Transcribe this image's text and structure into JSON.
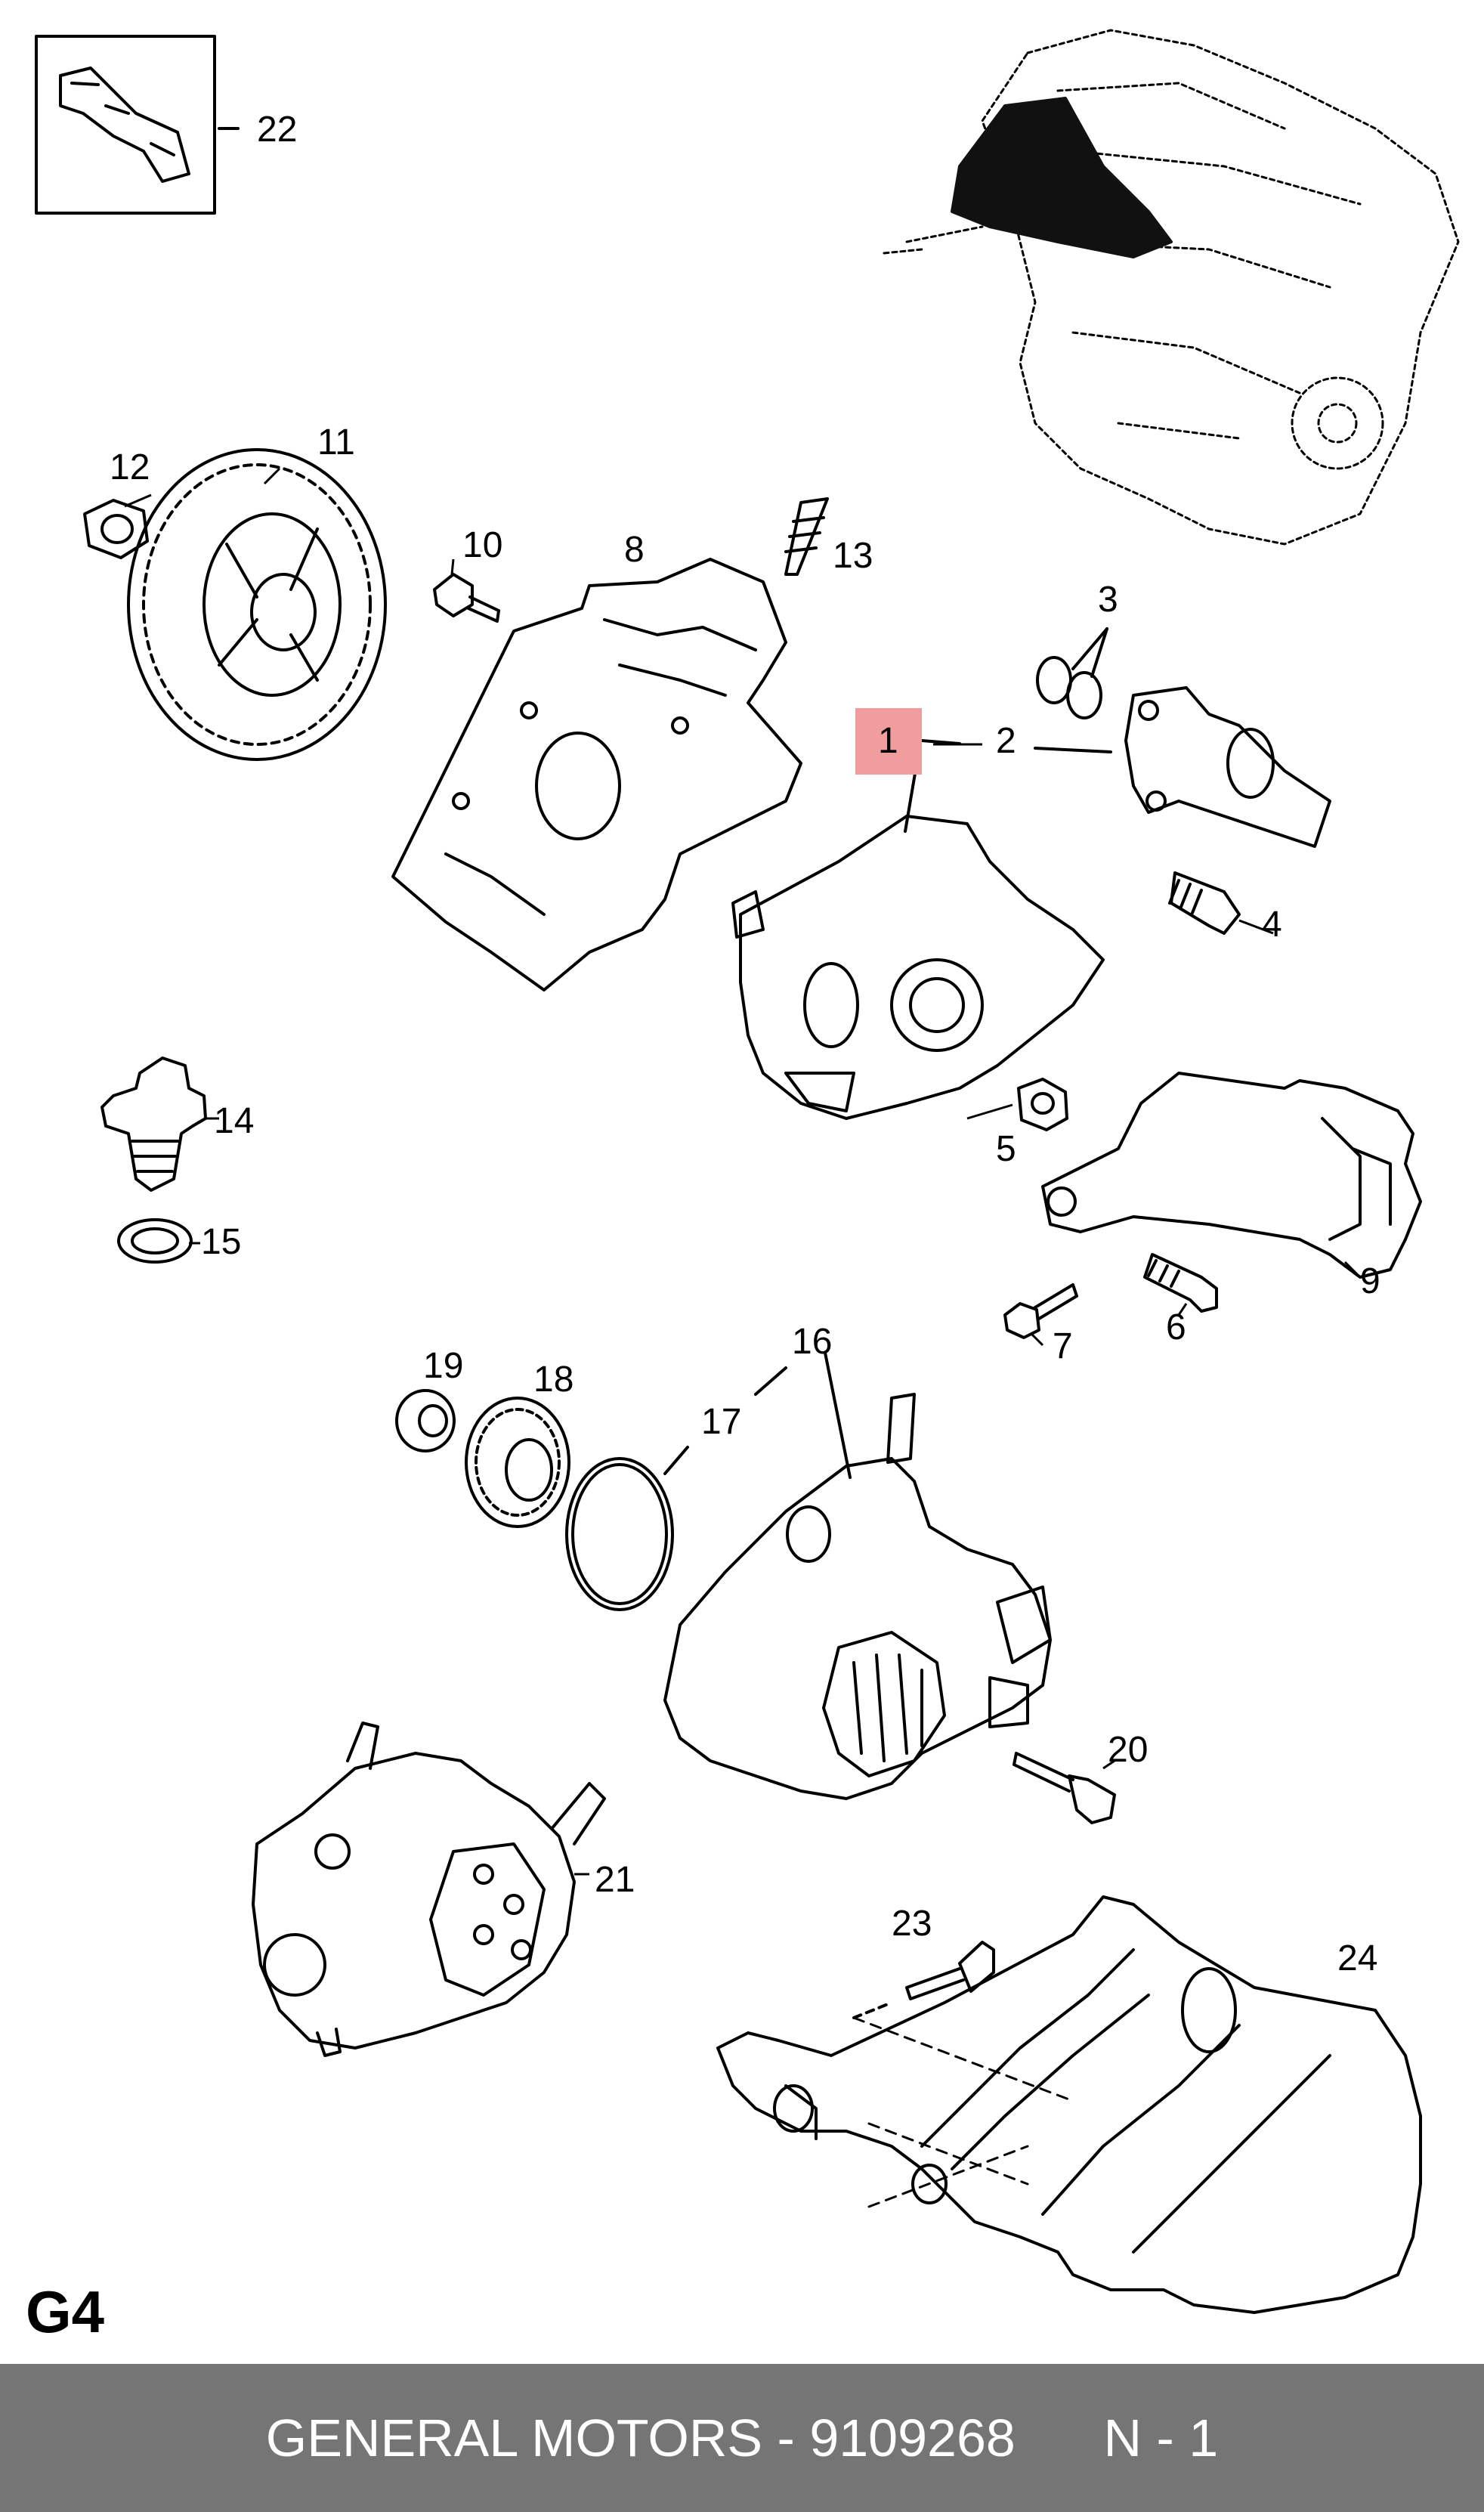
{
  "diagram": {
    "callouts": {
      "c1": "1",
      "c2": "2",
      "c3": "3",
      "c4": "4",
      "c5": "5",
      "c6": "6",
      "c7": "7",
      "c8": "8",
      "c9": "9",
      "c10": "10",
      "c11": "11",
      "c12": "12",
      "c13": "13",
      "c14": "14",
      "c15": "15",
      "c16": "16",
      "c17": "17",
      "c18": "18",
      "c19": "19",
      "c20": "20",
      "c21": "21",
      "c22": "22",
      "c23": "23",
      "c24": "24"
    },
    "highlighted_callout": "1",
    "highlight_color": "#f29d9d",
    "section_code": "G4"
  },
  "footer": {
    "brand": "GENERAL MOTORS",
    "separator": "-",
    "part_number": "9109268",
    "quantity_label": "N - 1",
    "background_color": "#757575"
  }
}
